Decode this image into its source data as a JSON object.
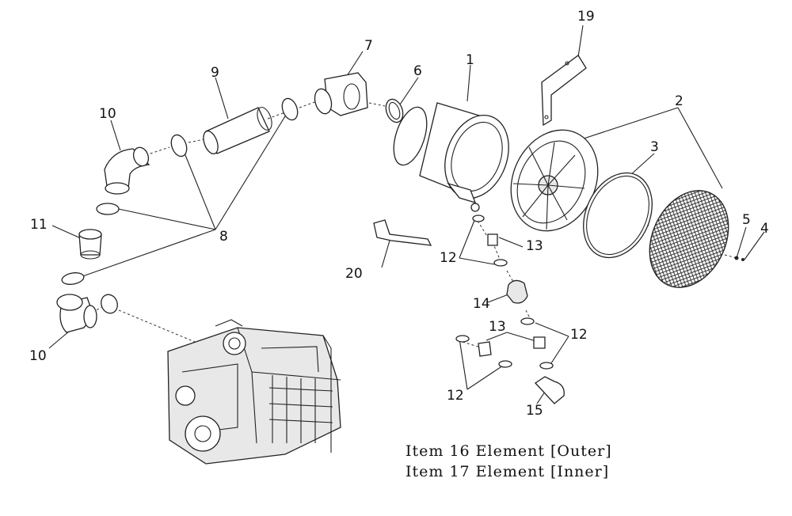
{
  "diagram": {
    "callouts": [
      {
        "id": "c1",
        "text": "1"
      },
      {
        "id": "c2",
        "text": "2"
      },
      {
        "id": "c3",
        "text": "3"
      },
      {
        "id": "c4",
        "text": "4"
      },
      {
        "id": "c5",
        "text": "5"
      },
      {
        "id": "c6",
        "text": "6"
      },
      {
        "id": "c7",
        "text": "7"
      },
      {
        "id": "c8",
        "text": "8"
      },
      {
        "id": "c9",
        "text": "9"
      },
      {
        "id": "c10a",
        "text": "10"
      },
      {
        "id": "c10b",
        "text": "10"
      },
      {
        "id": "c11",
        "text": "11"
      },
      {
        "id": "c12a",
        "text": "12"
      },
      {
        "id": "c12b",
        "text": "12"
      },
      {
        "id": "c12c",
        "text": "12"
      },
      {
        "id": "c13a",
        "text": "13"
      },
      {
        "id": "c13b",
        "text": "13"
      },
      {
        "id": "c14",
        "text": "14"
      },
      {
        "id": "c15",
        "text": "15"
      },
      {
        "id": "c19",
        "text": "19"
      },
      {
        "id": "c20",
        "text": "20"
      }
    ],
    "notes": {
      "line1": "Item 16 Element [Outer]",
      "line2": "Item 17 Element [Inner]"
    }
  }
}
